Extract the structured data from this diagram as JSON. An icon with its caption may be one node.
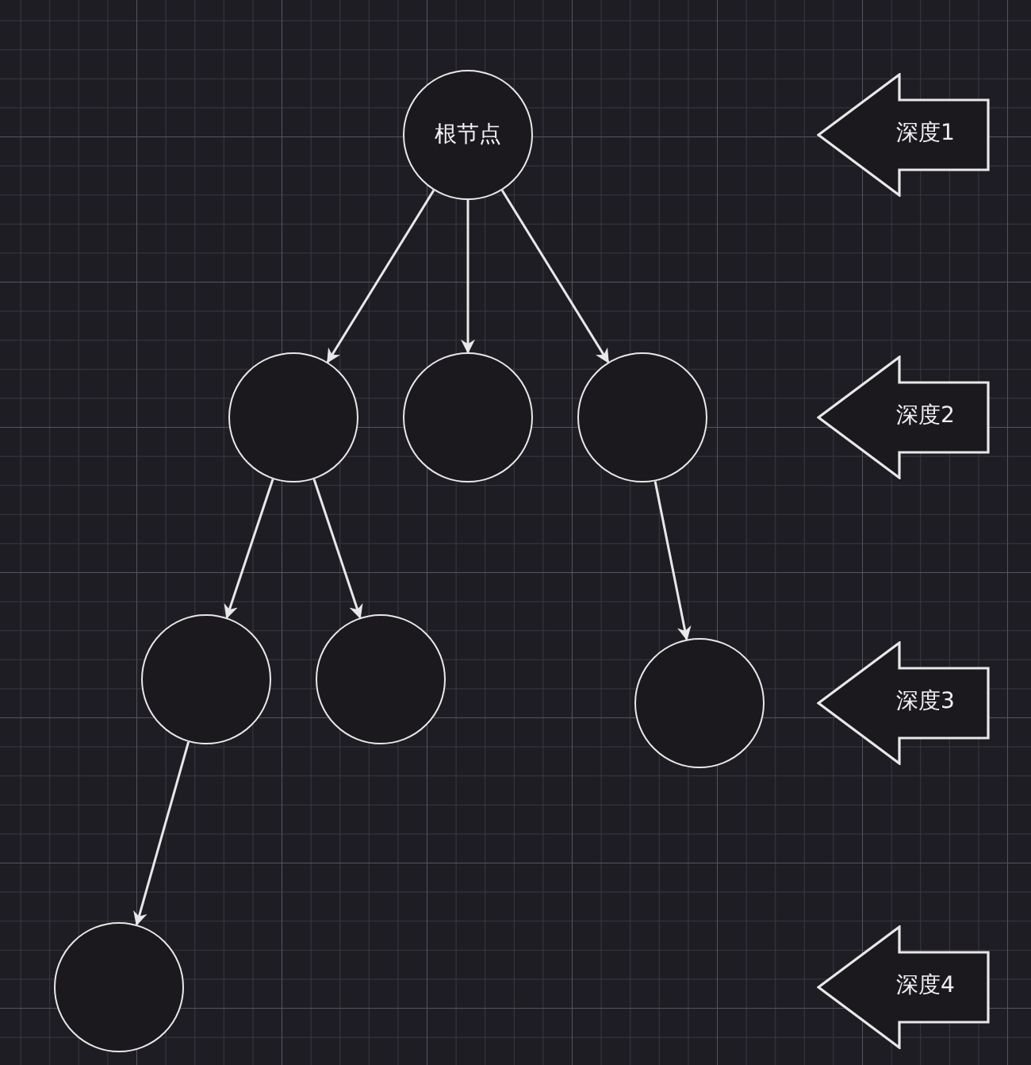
{
  "diagram": {
    "nodes": [
      {
        "text": [
          "根节点"
        ]
      },
      {
        "text": [],
        "shape": "circle"
      },
      {
        "text": [],
        "shape": "circle"
      },
      {
        "text": [],
        "shape": "circle"
      },
      {
        "text": [],
        "shape": "circle"
      },
      {
        "text": [],
        "shape": "circle"
      },
      {
        "text": [],
        "shape": "circle"
      },
      {
        "text": [],
        "shape": "circle"
      },
      {
        "text": [
          "深度1"
        ]
      },
      {
        "text": [
          "深度2"
        ]
      },
      {
        "text": [
          "深度3"
        ]
      },
      {
        "text": [
          "深度4"
        ]
      }
    ],
    "edges": [
      {
        "from": 0,
        "to": 1,
        "arrow": "to"
      },
      {
        "from": 0,
        "to": 2,
        "arrow": "to"
      },
      {
        "from": 0,
        "to": 3,
        "arrow": "to"
      },
      {
        "from": 1,
        "to": 4,
        "arrow": "to"
      },
      {
        "from": 1,
        "to": 5,
        "arrow": "to"
      },
      {
        "from": 3,
        "to": 6,
        "arrow": "to"
      },
      {
        "from": 4,
        "to": 7,
        "arrow": "to"
      }
    ]
  }
}
